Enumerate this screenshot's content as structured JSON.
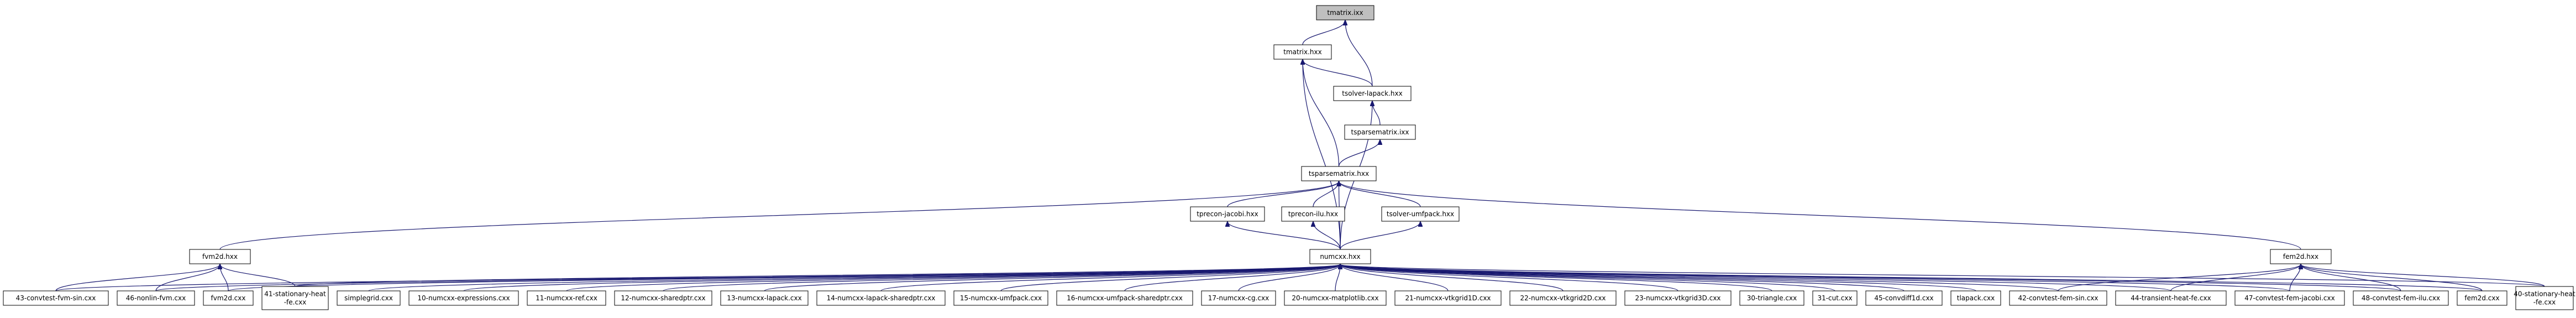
{
  "diagram": {
    "type": "include-dependency-graph",
    "colors": {
      "edge": "#191970",
      "node_border": "#000000",
      "node_fill": "#ffffff",
      "root_fill": "#bfbfbf"
    },
    "nodes": [
      {
        "id": "tmatrix-ixx",
        "label": "tmatrix.ixx",
        "root": true
      },
      {
        "id": "tmatrix-hxx",
        "label": "tmatrix.hxx"
      },
      {
        "id": "tsolver-lapack",
        "label": "tsolver-lapack.hxx"
      },
      {
        "id": "tsparsematrix-ixx",
        "label": "tsparsematrix.ixx"
      },
      {
        "id": "tsparsematrix-hxx",
        "label": "tsparsematrix.hxx"
      },
      {
        "id": "tprecon-jacobi",
        "label": "tprecon-jacobi.hxx"
      },
      {
        "id": "tprecon-ilu",
        "label": "tprecon-ilu.hxx"
      },
      {
        "id": "tsolver-umfpack",
        "label": "tsolver-umfpack.hxx"
      },
      {
        "id": "fvm2d-hxx",
        "label": "fvm2d.hxx"
      },
      {
        "id": "numcxx-hxx",
        "label": "numcxx.hxx"
      },
      {
        "id": "fem2d-hxx",
        "label": "fem2d.hxx"
      },
      {
        "id": "n43",
        "label": "43-convtest-fvm-sin.cxx"
      },
      {
        "id": "n46",
        "label": "46-nonlin-fvm.cxx"
      },
      {
        "id": "fvm2d-cxx",
        "label": "fvm2d.cxx"
      },
      {
        "id": "n41",
        "label": "41-stationary-heat-fe.cxx",
        "label_lines": [
          "41-stationary-heat",
          "-fe.cxx"
        ]
      },
      {
        "id": "simplegrid",
        "label": "simplegrid.cxx"
      },
      {
        "id": "n10",
        "label": "10-numcxx-expressions.cxx"
      },
      {
        "id": "n11",
        "label": "11-numcxx-ref.cxx"
      },
      {
        "id": "n12",
        "label": "12-numcxx-sharedptr.cxx"
      },
      {
        "id": "n13",
        "label": "13-numcxx-lapack.cxx"
      },
      {
        "id": "n14",
        "label": "14-numcxx-lapack-sharedptr.cxx"
      },
      {
        "id": "n15",
        "label": "15-numcxx-umfpack.cxx"
      },
      {
        "id": "n16",
        "label": "16-numcxx-umfpack-sharedptr.cxx"
      },
      {
        "id": "n17",
        "label": "17-numcxx-cg.cxx"
      },
      {
        "id": "n20",
        "label": "20-numcxx-matplotlib.cxx"
      },
      {
        "id": "n21",
        "label": "21-numcxx-vtkgrid1D.cxx"
      },
      {
        "id": "n22",
        "label": "22-numcxx-vtkgrid2D.cxx"
      },
      {
        "id": "n23",
        "label": "23-numcxx-vtkgrid3D.cxx"
      },
      {
        "id": "n30",
        "label": "30-triangle.cxx"
      },
      {
        "id": "n31",
        "label": "31-cut.cxx"
      },
      {
        "id": "n45",
        "label": "45-convdiff1d.cxx"
      },
      {
        "id": "tlapack",
        "label": "tlapack.cxx"
      },
      {
        "id": "n42",
        "label": "42-convtest-fem-sin.cxx"
      },
      {
        "id": "n44",
        "label": "44-transient-heat-fe.cxx"
      },
      {
        "id": "n47",
        "label": "47-convtest-fem-jacobi.cxx"
      },
      {
        "id": "n48",
        "label": "48-convtest-fem-ilu.cxx"
      },
      {
        "id": "fem2d-cxx",
        "label": "fem2d.cxx"
      },
      {
        "id": "n40",
        "label": "40-stationary-heat-fe.cxx",
        "label_lines": [
          "40-stationary-heat",
          "-fe.cxx"
        ]
      }
    ],
    "edges": [
      [
        "tmatrix-hxx",
        "tmatrix-ixx"
      ],
      [
        "tsolver-lapack",
        "tmatrix-ixx"
      ],
      [
        "tsolver-lapack",
        "tmatrix-hxx"
      ],
      [
        "tsparsematrix-hxx",
        "tmatrix-hxx"
      ],
      [
        "numcxx-hxx",
        "tmatrix-hxx"
      ],
      [
        "tsparsematrix-ixx",
        "tsolver-lapack"
      ],
      [
        "numcxx-hxx",
        "tsolver-lapack"
      ],
      [
        "tsparsematrix-hxx",
        "tsparsematrix-ixx"
      ],
      [
        "tprecon-jacobi",
        "tsparsematrix-hxx"
      ],
      [
        "tprecon-ilu",
        "tsparsematrix-hxx"
      ],
      [
        "tsolver-umfpack",
        "tsparsematrix-hxx"
      ],
      [
        "fvm2d-hxx",
        "tsparsematrix-hxx"
      ],
      [
        "numcxx-hxx",
        "tsparsematrix-hxx"
      ],
      [
        "fem2d-hxx",
        "tsparsematrix-hxx"
      ],
      [
        "numcxx-hxx",
        "tprecon-jacobi"
      ],
      [
        "numcxx-hxx",
        "tprecon-ilu"
      ],
      [
        "numcxx-hxx",
        "tsolver-umfpack"
      ],
      [
        "n43",
        "fvm2d-hxx"
      ],
      [
        "n46",
        "fvm2d-hxx"
      ],
      [
        "fvm2d-cxx",
        "fvm2d-hxx"
      ],
      [
        "n41",
        "fvm2d-hxx"
      ],
      [
        "n42",
        "fem2d-hxx"
      ],
      [
        "n44",
        "fem2d-hxx"
      ],
      [
        "n47",
        "fem2d-hxx"
      ],
      [
        "n48",
        "fem2d-hxx"
      ],
      [
        "fem2d-cxx",
        "fem2d-hxx"
      ],
      [
        "n40",
        "fem2d-hxx"
      ],
      [
        "n43",
        "numcxx-hxx"
      ],
      [
        "n46",
        "numcxx-hxx"
      ],
      [
        "fvm2d-cxx",
        "numcxx-hxx"
      ],
      [
        "n41",
        "numcxx-hxx"
      ],
      [
        "simplegrid",
        "numcxx-hxx"
      ],
      [
        "n10",
        "numcxx-hxx"
      ],
      [
        "n11",
        "numcxx-hxx"
      ],
      [
        "n12",
        "numcxx-hxx"
      ],
      [
        "n13",
        "numcxx-hxx"
      ],
      [
        "n14",
        "numcxx-hxx"
      ],
      [
        "n15",
        "numcxx-hxx"
      ],
      [
        "n16",
        "numcxx-hxx"
      ],
      [
        "n17",
        "numcxx-hxx"
      ],
      [
        "n20",
        "numcxx-hxx"
      ],
      [
        "n21",
        "numcxx-hxx"
      ],
      [
        "n22",
        "numcxx-hxx"
      ],
      [
        "n23",
        "numcxx-hxx"
      ],
      [
        "n30",
        "numcxx-hxx"
      ],
      [
        "n31",
        "numcxx-hxx"
      ],
      [
        "n45",
        "numcxx-hxx"
      ],
      [
        "tlapack",
        "numcxx-hxx"
      ],
      [
        "n42",
        "numcxx-hxx"
      ],
      [
        "n44",
        "numcxx-hxx"
      ],
      [
        "n47",
        "numcxx-hxx"
      ],
      [
        "n48",
        "numcxx-hxx"
      ],
      [
        "fem2d-cxx",
        "numcxx-hxx"
      ],
      [
        "n40",
        "numcxx-hxx"
      ]
    ]
  }
}
